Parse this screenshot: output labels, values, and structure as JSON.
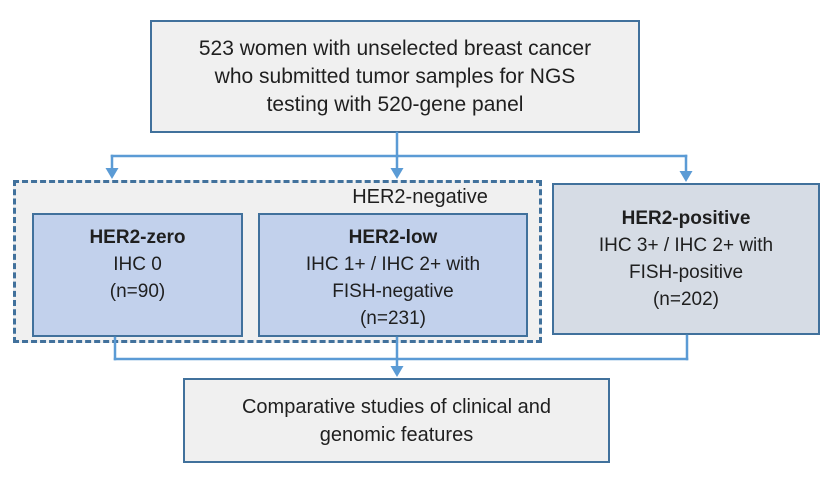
{
  "colors": {
    "connector": "#5B9BD5",
    "box_border": "#41719C",
    "gray_fill": "#F0F0F0",
    "blue_fill": "#C2D1EC",
    "bluegray_fill": "#D6DCE5"
  },
  "cohort_box": {
    "lines": [
      "523 women with unselected breast cancer",
      "who submitted tumor samples for NGS",
      "testing with 520-gene panel"
    ]
  },
  "her2_negative_group": {
    "label": "HER2-negative",
    "her2_zero_box": {
      "title": "HER2-zero",
      "lines": [
        "IHC 0",
        "(n=90)"
      ]
    },
    "her2_low_box": {
      "title": "HER2-low",
      "lines": [
        "IHC 1+ / IHC 2+ with",
        "FISH-negative",
        "(n=231)"
      ]
    }
  },
  "her2_positive_box": {
    "title": "HER2-positive",
    "lines": [
      "IHC 3+ / IHC 2+ with",
      "FISH-positive",
      "(n=202)"
    ]
  },
  "outcome_box": {
    "lines": [
      "Comparative studies of clinical and",
      "genomic features"
    ]
  }
}
